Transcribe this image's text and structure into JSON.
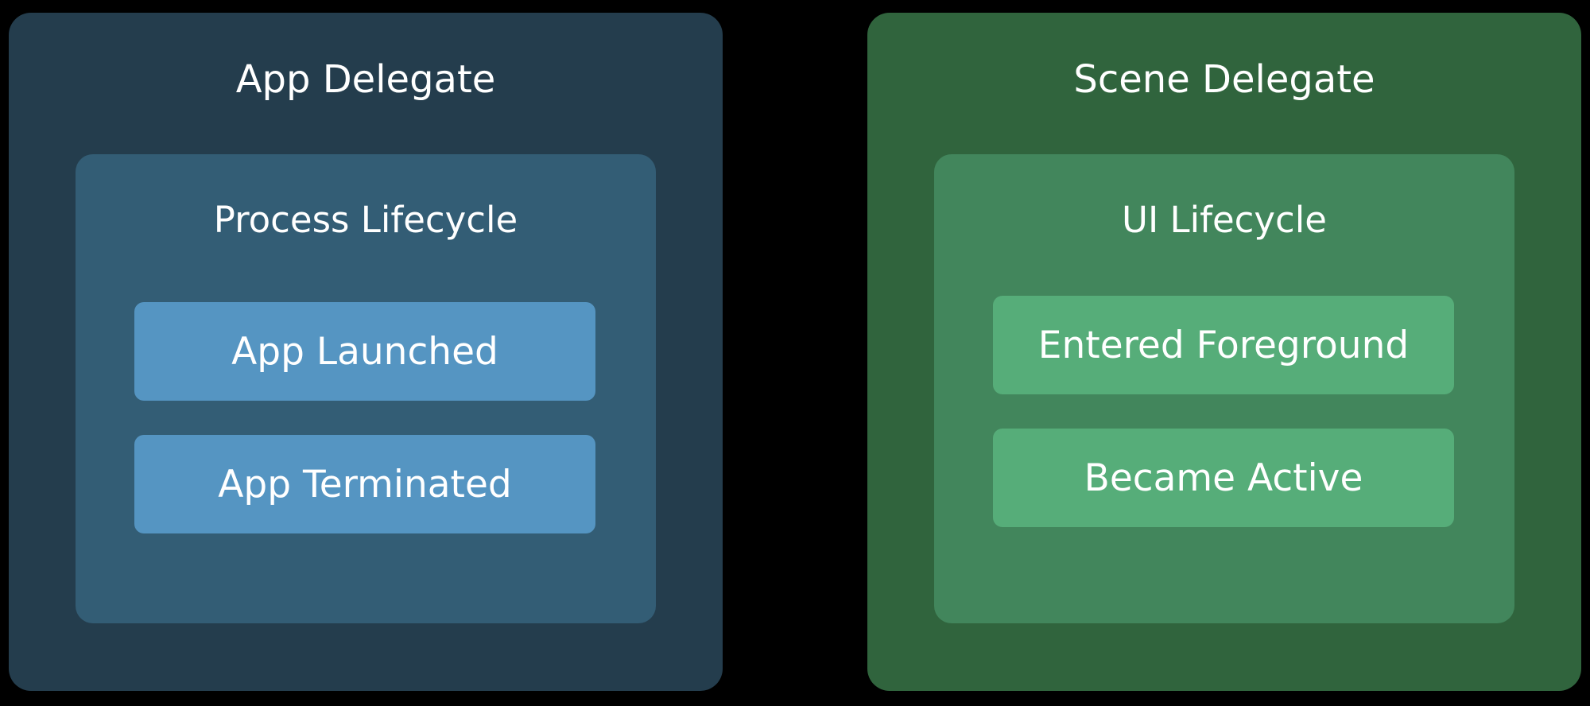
{
  "colors": {
    "background": "#000000",
    "app_outer": "#243d4d",
    "app_inner": "#335d75",
    "app_event": "#5595c2",
    "scene_outer": "#30643d",
    "scene_inner": "#42865c",
    "scene_event": "#56ad79",
    "text": "#ffffff"
  },
  "app_delegate": {
    "title": "App Delegate",
    "inner": {
      "title": "Process Lifecycle",
      "events": [
        "App Launched",
        "App Terminated"
      ]
    }
  },
  "scene_delegate": {
    "title": "Scene Delegate",
    "inner": {
      "title": "UI Lifecycle",
      "events": [
        "Entered Foreground",
        "Became Active"
      ]
    }
  }
}
